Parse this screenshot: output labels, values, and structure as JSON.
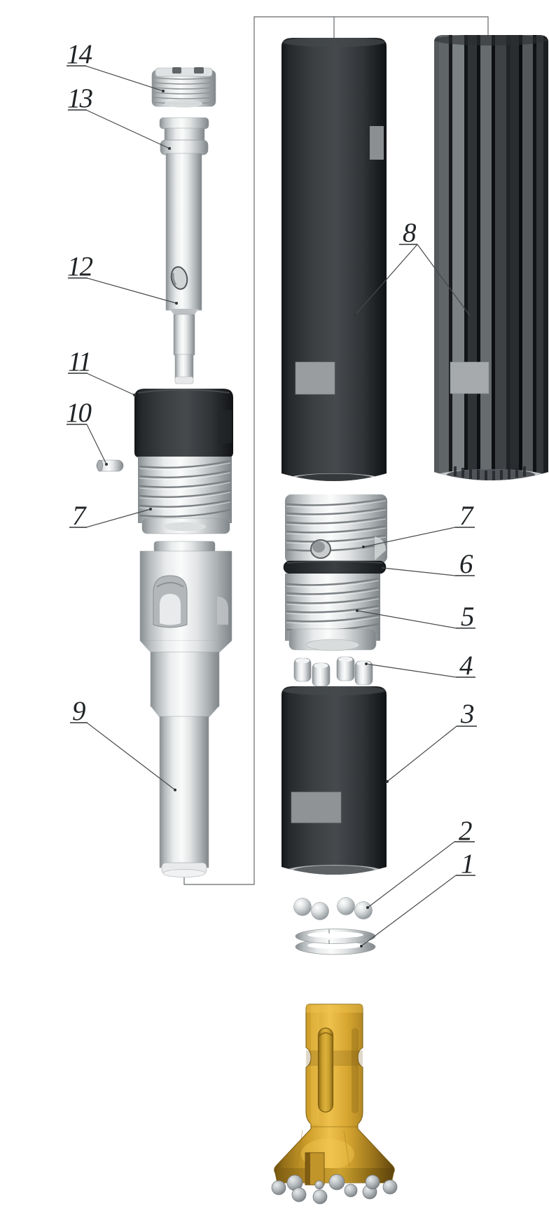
{
  "diagram": {
    "type": "exploded-view technical illustration",
    "subject": "Down-the-hole (DTH) hammer drill assembly with button drill bit",
    "background": "#ffffff",
    "colors": {
      "dark_housing": "#3b3f42",
      "metal_light": "#e9ebec",
      "label_patch_gray": "#999da0",
      "drill_bit_gold": "#d4a62f",
      "carbide_button_gray": "#9aa0a3",
      "callout_line": "#46494b"
    },
    "callouts": {
      "c1": "1",
      "c2": "2",
      "c3": "3",
      "c4": "4",
      "c5": "5",
      "c6": "6",
      "c7_left": "7",
      "c7_right": "7",
      "c8": "8",
      "c9": "9",
      "c10": "10",
      "c11": "11",
      "c12": "12",
      "c13": "13",
      "c14": "14"
    }
  }
}
